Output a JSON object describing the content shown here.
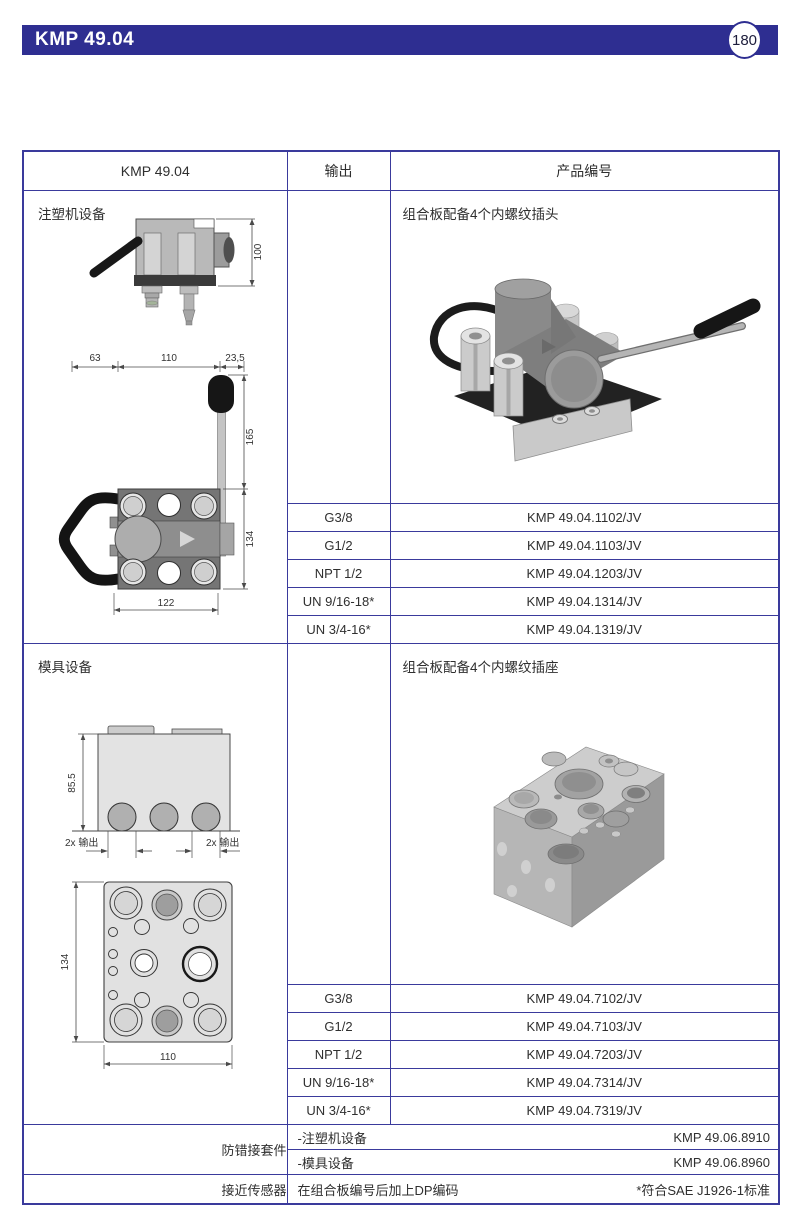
{
  "page": {
    "title": "KMP 49.04",
    "page_number": "180"
  },
  "table": {
    "header": {
      "col1": "KMP 49.04",
      "col2": "输出",
      "col3": "产品编号"
    },
    "sections": [
      {
        "label": "注塑机设备",
        "description": "组合板配备4个内螺纹插头",
        "rows": [
          {
            "output": "G3/8",
            "part": "KMP 49.04.1102/JV"
          },
          {
            "output": "G1/2",
            "part": "KMP 49.04.1103/JV"
          },
          {
            "output": "NPT 1/2",
            "part": "KMP 49.04.1203/JV"
          },
          {
            "output": "UN 9/16-18*",
            "part": "KMP 49.04.1314/JV"
          },
          {
            "output": "UN 3/4-16*",
            "part": "KMP 49.04.1319/JV"
          }
        ]
      },
      {
        "label": "模具设备",
        "description": "组合板配备4个内螺纹插座",
        "rows": [
          {
            "output": "G3/8",
            "part": "KMP 49.04.7102/JV"
          },
          {
            "output": "G1/2",
            "part": "KMP 49.04.7103/JV"
          },
          {
            "output": "NPT 1/2",
            "part": "KMP 49.04.7203/JV"
          },
          {
            "output": "UN 9/16-18*",
            "part": "KMP 49.04.7314/JV"
          },
          {
            "output": "UN 3/4-16*",
            "part": "KMP 49.04.7319/JV"
          }
        ]
      }
    ],
    "footer": {
      "anti_misconnect_label": "防错接套件",
      "anti_rows": [
        {
          "label": "-注塑机设备",
          "part": "KMP 49.06.8910"
        },
        {
          "label": "-模具设备",
          "part": "KMP 49.06.8960"
        }
      ],
      "proximity_label": "接近传感器",
      "proximity_text": "在组合板编号后加上DP编码",
      "footnote": "*符合SAE J1926-1标准"
    }
  },
  "drawings": {
    "valve_side": {
      "height": "100"
    },
    "valve_front": {
      "d63": "63",
      "d110": "110",
      "d235": "23,5",
      "d165": "165",
      "d134": "134",
      "d122": "122"
    },
    "block_side": {
      "d855": "85.5",
      "out_left": "2x 输出",
      "out_right": "2x 输出"
    },
    "block_face": {
      "d134": "134",
      "d110": "110"
    }
  },
  "colors": {
    "accent": "#2e2e91",
    "table_border": "#3a3a9c"
  }
}
